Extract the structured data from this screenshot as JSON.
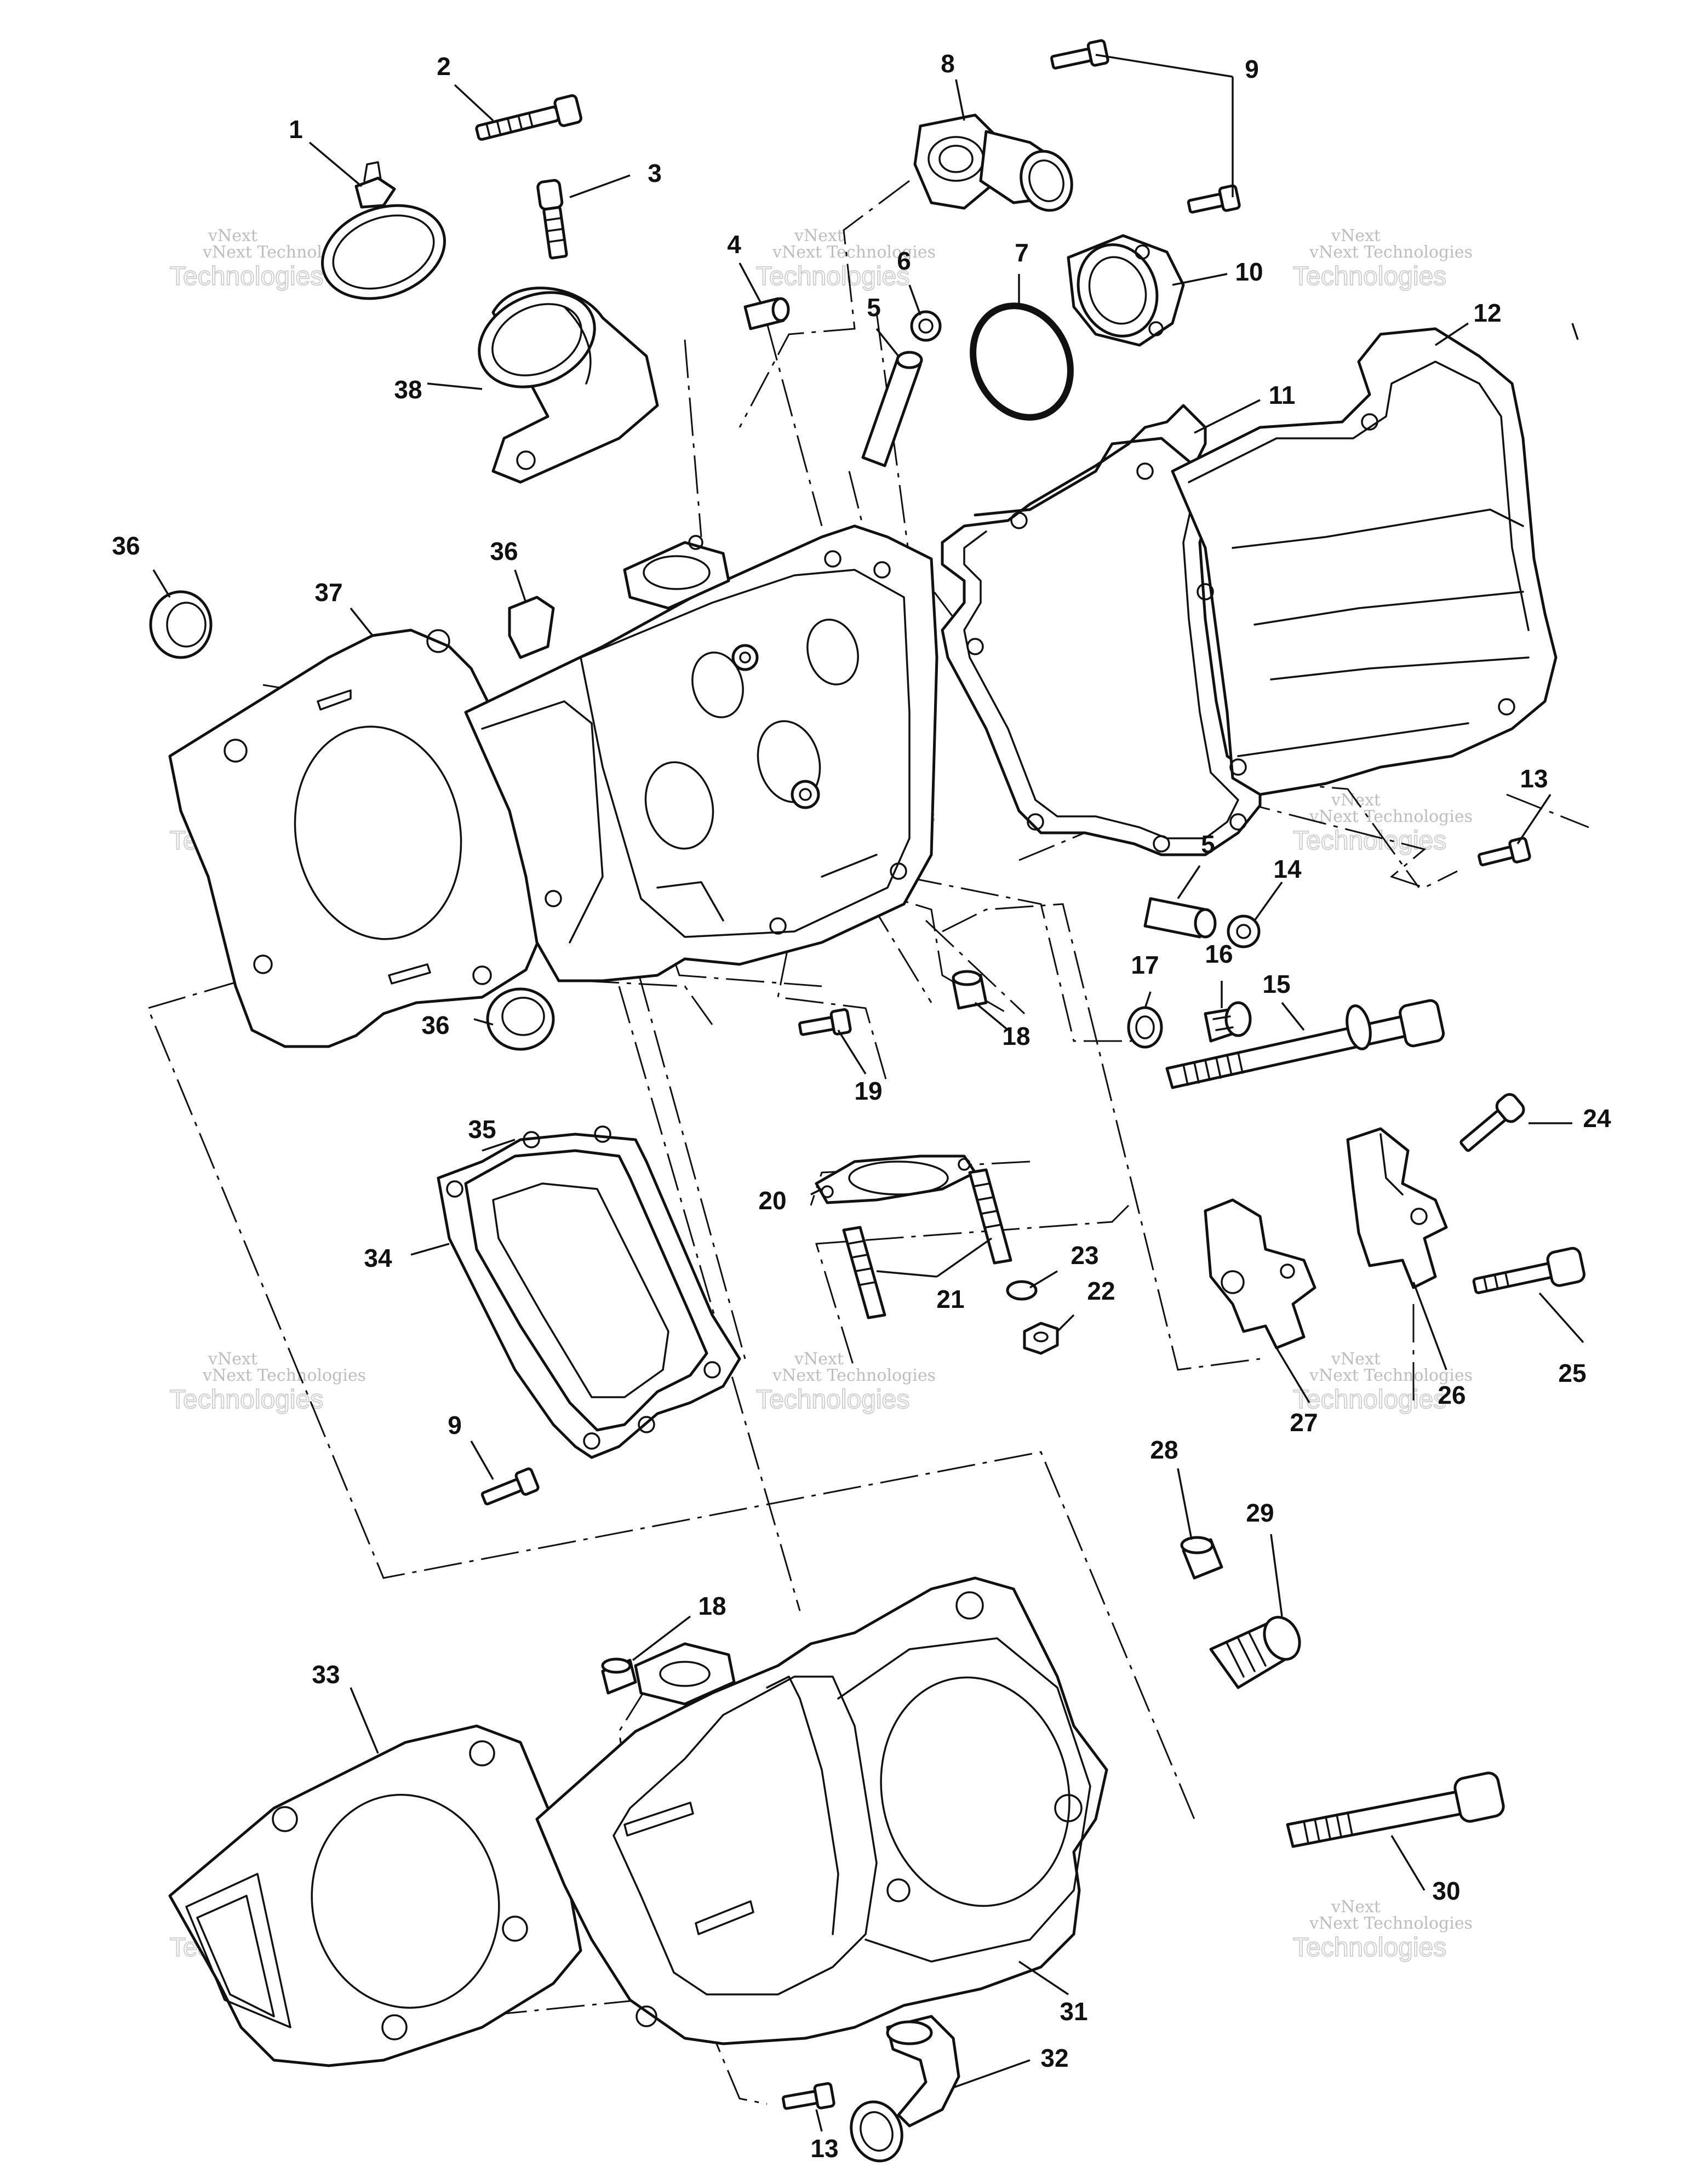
{
  "watermark": {
    "line1": "vNext Technologies",
    "line2": "Technologies",
    "overlay": "vNext"
  },
  "labels": [
    "1",
    "2",
    "3",
    "4",
    "5",
    "6",
    "7",
    "8",
    "9",
    "10",
    "11",
    "12",
    "36",
    "37",
    "36",
    "38",
    "13",
    "5",
    "14",
    "17",
    "16",
    "15",
    "18",
    "19",
    "24",
    "35",
    "34",
    "36",
    "20",
    "21",
    "23",
    "22",
    "25",
    "26",
    "27",
    "9",
    "28",
    "29",
    "18",
    "33",
    "30",
    "31",
    "32",
    "13"
  ],
  "colors": {
    "line": "#111111",
    "watermark": "#bdbdbd",
    "background": "#ffffff"
  }
}
